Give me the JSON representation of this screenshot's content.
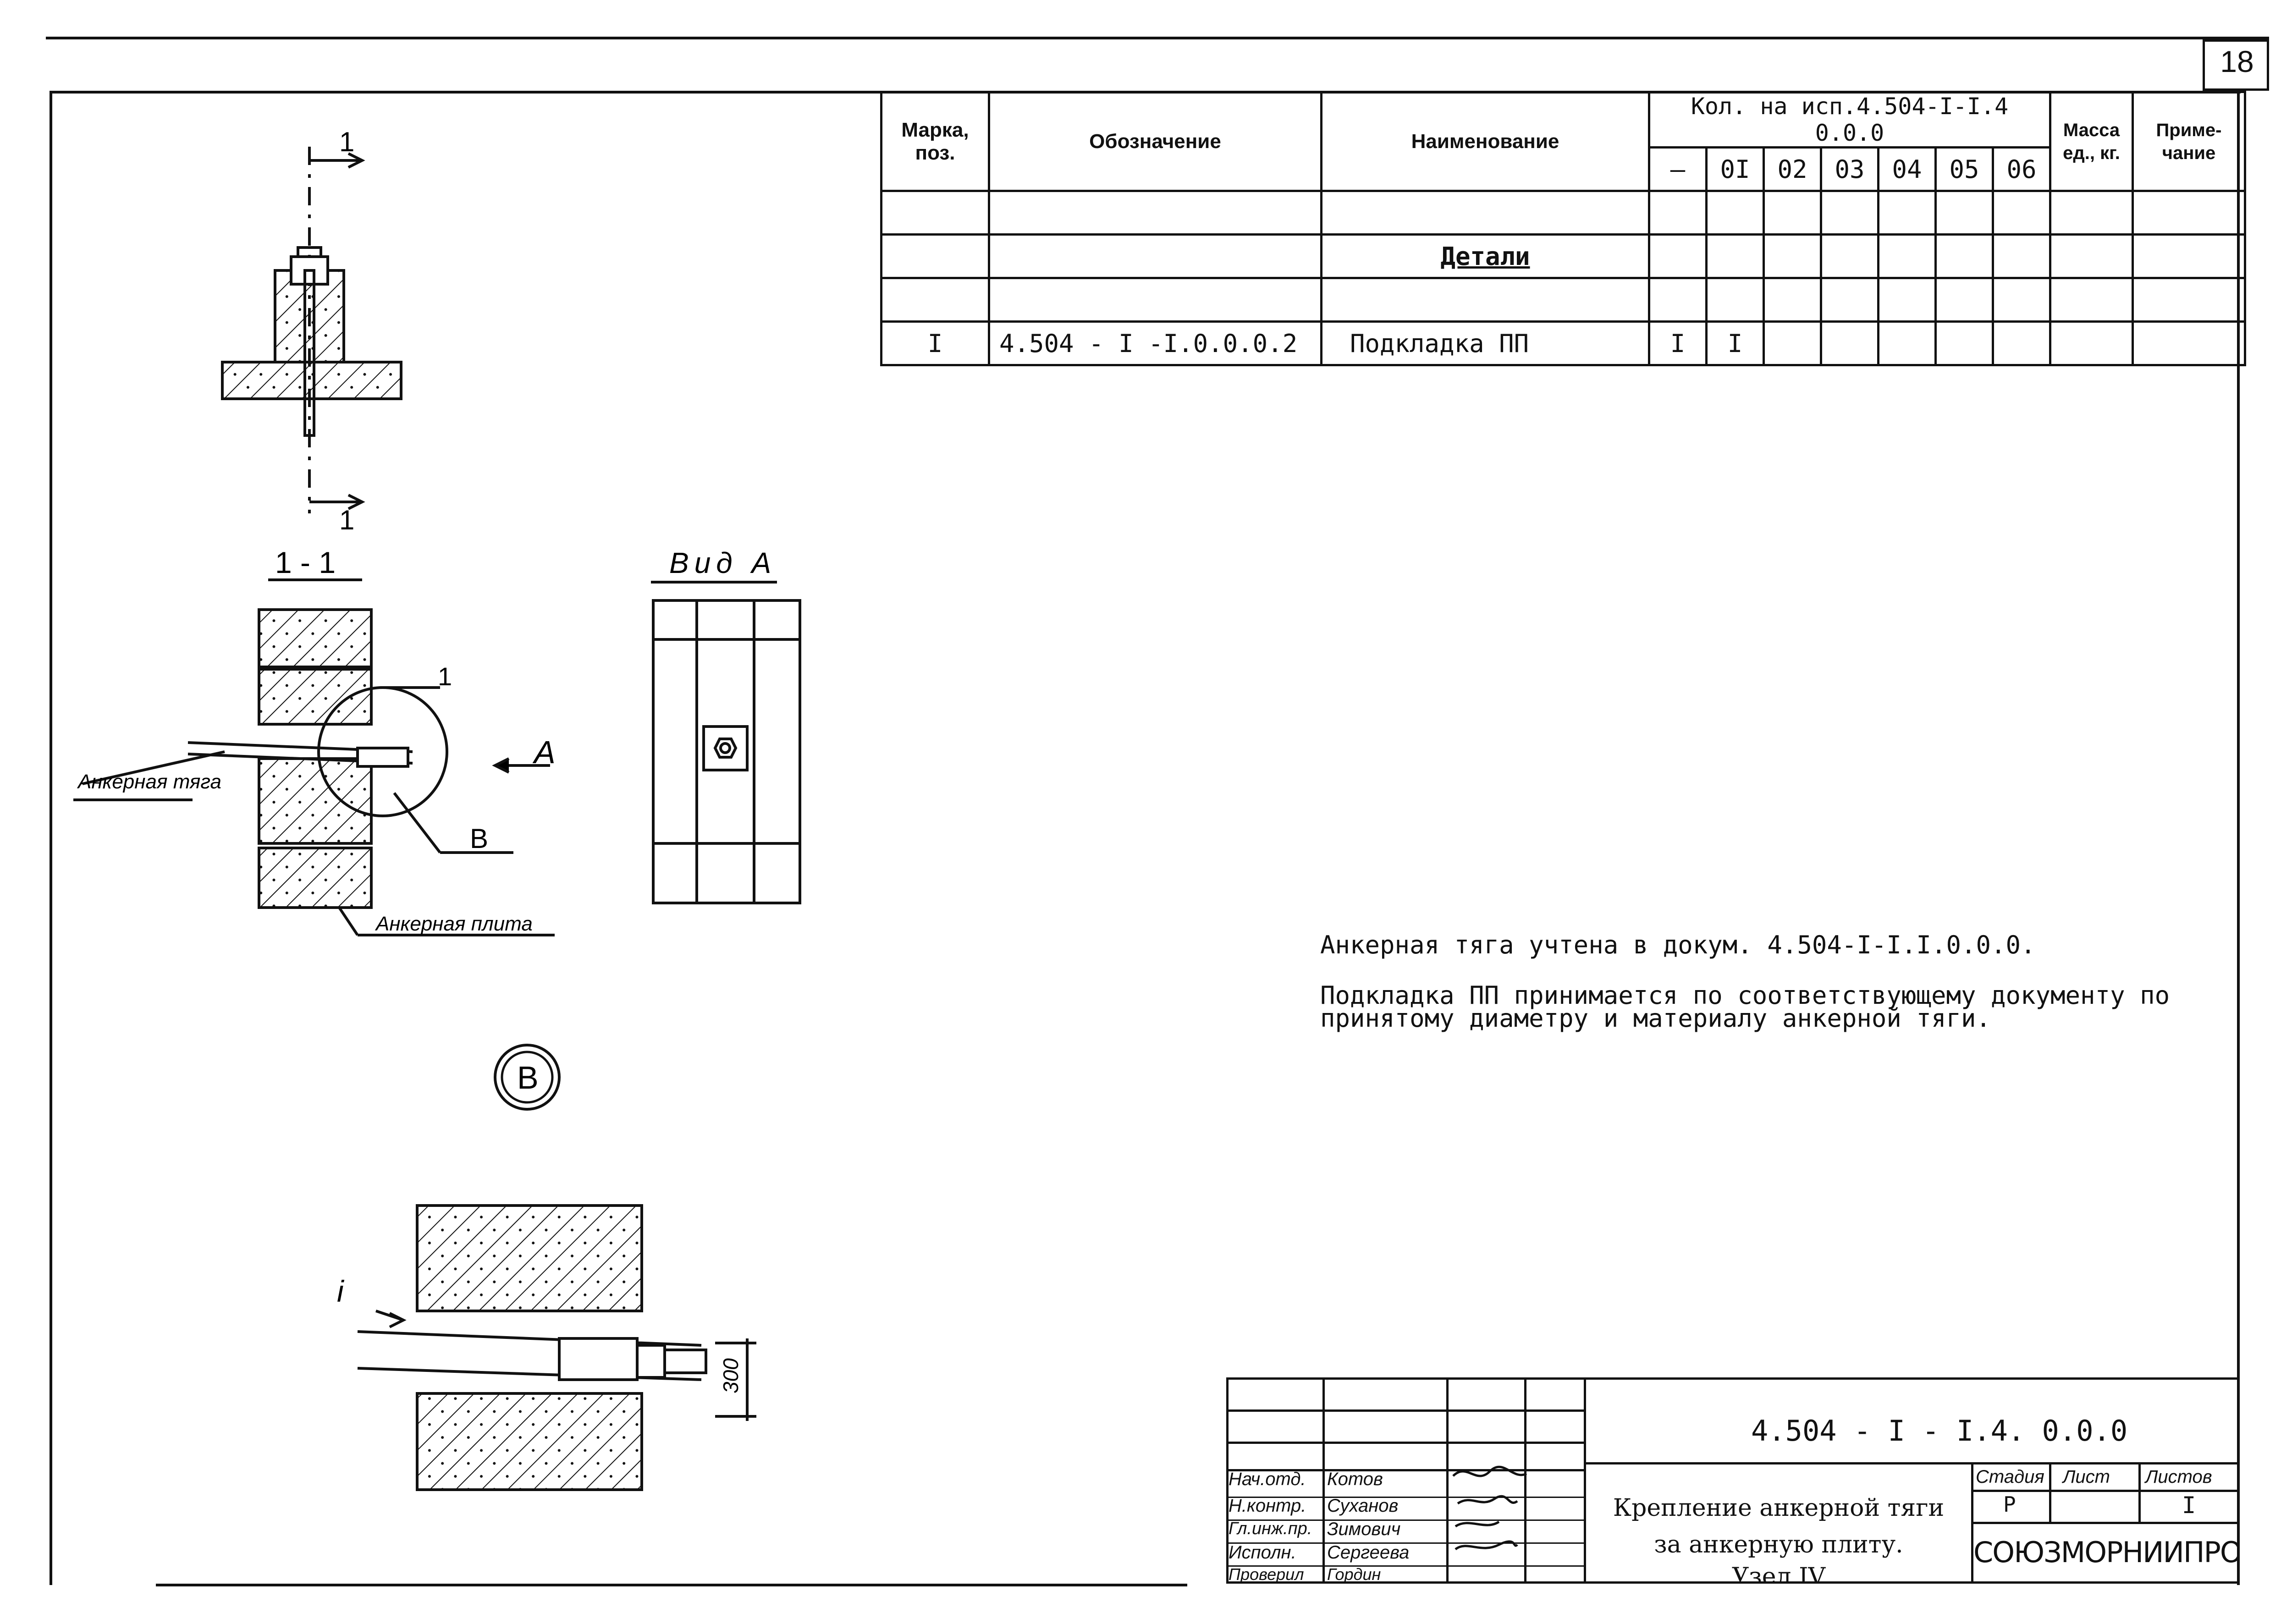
{
  "sheet": {
    "number": "18"
  },
  "spec_table": {
    "headers": {
      "mark": "Марка, поз.",
      "designation": "Обозначение",
      "name": "Наименование",
      "qty_group": "Кол. на исп.4.504-I-I.4 0.0.0",
      "variants": [
        "–",
        "0I",
        "02",
        "03",
        "04",
        "05",
        "06"
      ],
      "mass": "Масса ед., кг.",
      "note": "Приме- чание"
    },
    "section_label": "Детали",
    "rows": [
      {
        "mark": "I",
        "designation": "4.504 - I -I.0.0.0.2",
        "name": "Подкладка ПП",
        "qty": [
          "I",
          "I",
          "",
          "",
          "",
          "",
          ""
        ],
        "mass": "",
        "note": ""
      }
    ]
  },
  "notes": {
    "line1": "Анкерная тяга учтена в докум. 4.504-I-I.I.0.0.0.",
    "line2": "Подкладка ПП принимается по соответствующему документу по",
    "line3": "принятому диаметру и материалу анкерной тяги."
  },
  "drawing": {
    "section_mark_top": "1",
    "section_mark_bottom": "1",
    "section_title": "1 - 1",
    "view_title": "Вид А",
    "label_tie_rod": "Анкерная тяга",
    "label_plate": "Анкерная плита",
    "label_pos1": "1",
    "label_A": "A",
    "label_B": "B",
    "circle_B": "B",
    "label_i": "i",
    "dimension_300": "300"
  },
  "title_block": {
    "doc_code": "4.504 - I - I.4. 0.0.0",
    "title_line1": "Крепление анкерной тяги",
    "title_line2": "за анкерную плиту.",
    "title_line3": "Узел IV",
    "stage_label": "Стадия",
    "sheet_label": "Лист",
    "sheets_label": "Листов",
    "stage_value": "Р",
    "sheets_value": "I",
    "org": "СОЮЗМОРНИИПРОЕКТ",
    "signers": [
      {
        "role": "Нач.отд.",
        "name": "Котов"
      },
      {
        "role": "Н.контр.",
        "name": "Суханов"
      },
      {
        "role": "Гл.инж.пр.",
        "name": "Зимович"
      },
      {
        "role": "Исполн.",
        "name": "Сергеева"
      },
      {
        "role": "Проверил",
        "name": "Гордин"
      }
    ]
  }
}
